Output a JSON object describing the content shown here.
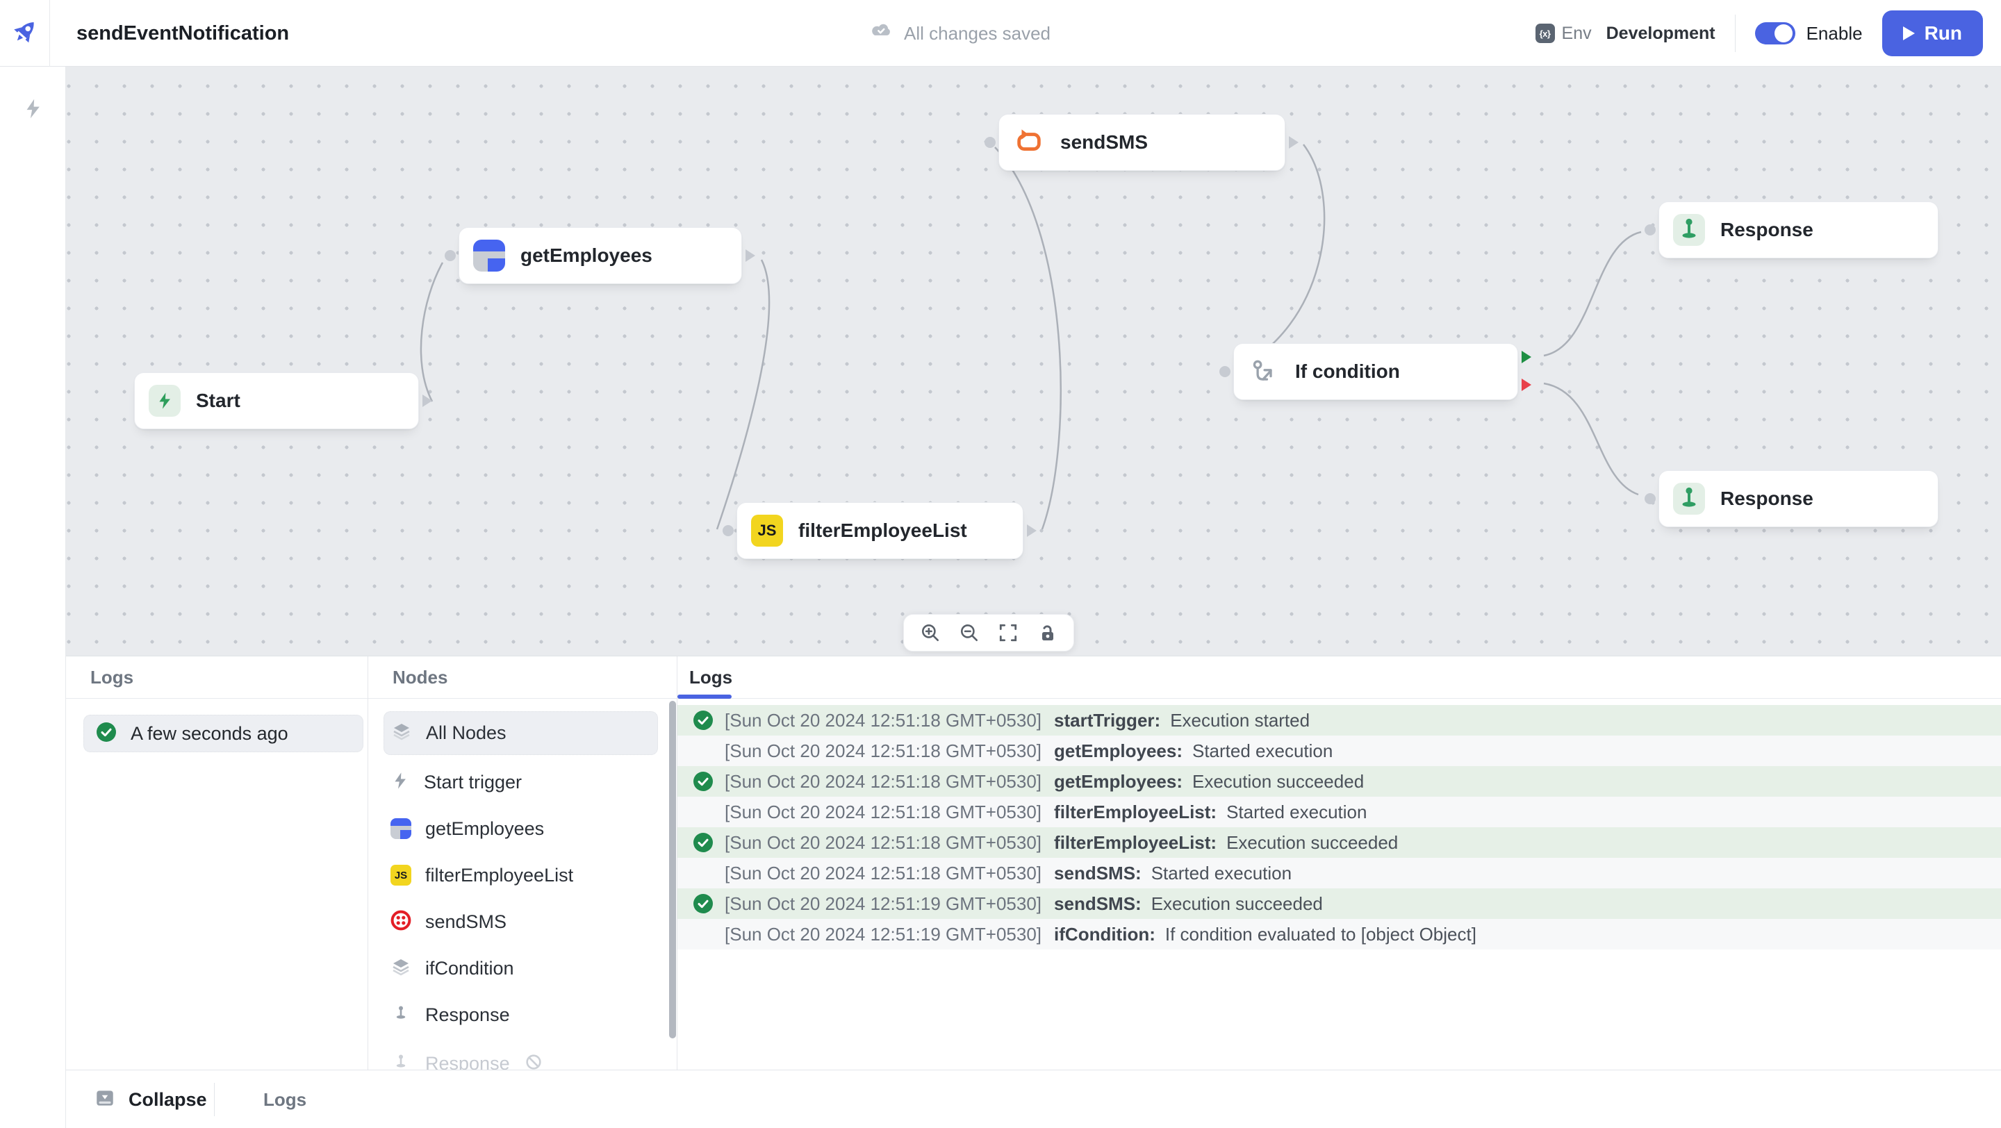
{
  "header": {
    "title": "sendEventNotification",
    "save_status": "All changes saved",
    "env_icon_glyph": "{x}",
    "env_label": "Env",
    "env_value": "Development",
    "enable_label": "Enable",
    "run_label": "Run"
  },
  "canvas": {
    "nodes": [
      {
        "id": "start",
        "label": "Start",
        "icon": "lightning-icon"
      },
      {
        "id": "getEmployees",
        "label": "getEmployees",
        "icon": "query-table-icon"
      },
      {
        "id": "sendSMS",
        "label": "sendSMS",
        "icon": "loop-icon"
      },
      {
        "id": "filterEmployeeList",
        "label": "filterEmployeeList",
        "icon": "js-icon"
      },
      {
        "id": "ifCondition",
        "label": "If condition",
        "icon": "branch-icon"
      },
      {
        "id": "responseTrue",
        "label": "Response",
        "icon": "response-pin-icon"
      },
      {
        "id": "responseFalse",
        "label": "Response",
        "icon": "response-pin-icon"
      }
    ],
    "toolbar_icons": [
      "zoom-in",
      "zoom-out",
      "fit-view",
      "lock"
    ]
  },
  "icons": {
    "js_glyph": "JS"
  },
  "panel": {
    "runs": {
      "header": "Logs",
      "selected_run": "A few seconds ago"
    },
    "nodes": {
      "header": "Nodes",
      "items": [
        {
          "label": "All Nodes",
          "icon": "layers-icon",
          "selected": true
        },
        {
          "label": "Start trigger",
          "icon": "lightning-icon"
        },
        {
          "label": "getEmployees",
          "icon": "query-table-icon"
        },
        {
          "label": "filterEmployeeList",
          "icon": "js-icon"
        },
        {
          "label": "sendSMS",
          "icon": "twilio-icon"
        },
        {
          "label": "ifCondition",
          "icon": "layers-icon"
        },
        {
          "label": "Response",
          "icon": "response-pin-icon"
        },
        {
          "label": "Response",
          "icon": "response-pin-icon",
          "disabled": true
        }
      ]
    },
    "logs": {
      "tab": "Logs",
      "rows": [
        {
          "time": "[Sun Oct 20 2024 12:51:18 GMT+0530]",
          "name": "startTrigger:",
          "message": "Execution started",
          "success": true
        },
        {
          "time": "[Sun Oct 20 2024 12:51:18 GMT+0530]",
          "name": "getEmployees:",
          "message": "Started execution",
          "success": false
        },
        {
          "time": "[Sun Oct 20 2024 12:51:18 GMT+0530]",
          "name": "getEmployees:",
          "message": "Execution succeeded",
          "success": true
        },
        {
          "time": "[Sun Oct 20 2024 12:51:18 GMT+0530]",
          "name": "filterEmployeeList:",
          "message": "Started execution",
          "success": false
        },
        {
          "time": "[Sun Oct 20 2024 12:51:18 GMT+0530]",
          "name": "filterEmployeeList:",
          "message": "Execution succeeded",
          "success": true
        },
        {
          "time": "[Sun Oct 20 2024 12:51:18 GMT+0530]",
          "name": "sendSMS:",
          "message": "Started execution",
          "success": false
        },
        {
          "time": "[Sun Oct 20 2024 12:51:19 GMT+0530]",
          "name": "sendSMS:",
          "message": "Execution succeeded",
          "success": true
        },
        {
          "time": "[Sun Oct 20 2024 12:51:19 GMT+0530]",
          "name": "ifCondition:",
          "message": "If condition evaluated to [object Object]",
          "success": false
        }
      ]
    }
  },
  "footer": {
    "collapse_label": "Collapse",
    "logs_label": "Logs"
  },
  "colors": {
    "accent_blue": "#4a63e1",
    "success_green": "#1f8b4d",
    "error_red": "#e8414b",
    "loop_orange": "#ef7233",
    "js_yellow": "#f2d51f",
    "twilio_red": "#e31e26",
    "canvas_bg": "#e9ebee",
    "log_success_row": "#e6f0e7"
  }
}
